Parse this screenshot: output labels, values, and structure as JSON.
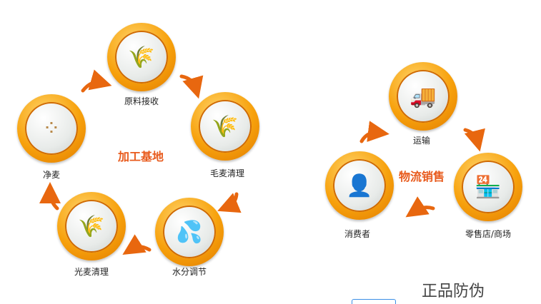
{
  "processing": {
    "title": "加工基地",
    "steps": [
      {
        "label": "原料接收",
        "icon": "wheat-bundle-icon",
        "glyph": "🌾"
      },
      {
        "label": "毛麦清理",
        "icon": "wheat-ears-icon",
        "glyph": "🌾"
      },
      {
        "label": "水分调节",
        "icon": "water-hose-icon",
        "glyph": "💦"
      },
      {
        "label": "光麦清理",
        "icon": "clean-wheat-icon",
        "glyph": "🌾"
      },
      {
        "label": "净麦",
        "icon": "wheat-grains-icon",
        "glyph": "⁘"
      }
    ]
  },
  "logistics": {
    "title": "物流销售",
    "steps": [
      {
        "label": "运输",
        "icon": "truck-icon",
        "glyph": "🚚"
      },
      {
        "label": "零售店/商场",
        "icon": "store-icon",
        "glyph": "🏪"
      },
      {
        "label": "消费者",
        "icon": "consumer-icon",
        "glyph": "👤"
      }
    ]
  },
  "anti_counterfeit": "正品防伪",
  "colors": {
    "accent": "#e85a1c",
    "ring": "#f7a10c",
    "arrow": "#e8670f"
  }
}
